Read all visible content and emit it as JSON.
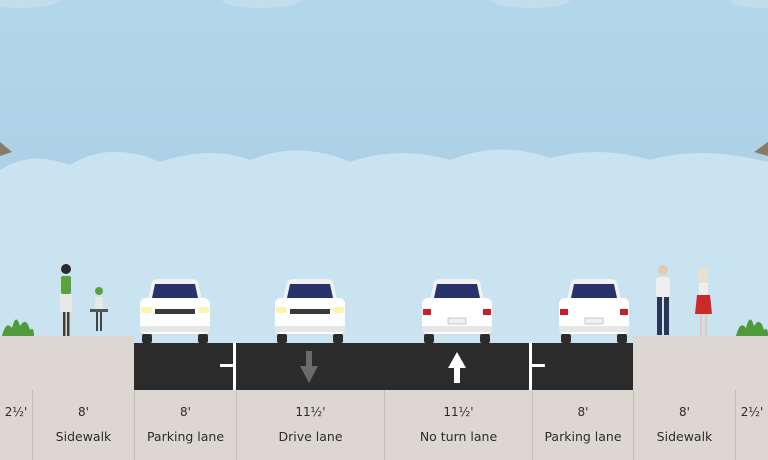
{
  "segments": [
    {
      "width": "2½'",
      "name": ""
    },
    {
      "width": "8'",
      "name": "Sidewalk"
    },
    {
      "width": "8'",
      "name": "Parking lane"
    },
    {
      "width": "11½'",
      "name": "Drive lane"
    },
    {
      "width": "11½'",
      "name": "No turn lane"
    },
    {
      "width": "8'",
      "name": "Parking lane"
    },
    {
      "width": "8'",
      "name": "Sidewalk"
    },
    {
      "width": "2½'",
      "name": ""
    }
  ],
  "colors": {
    "sky": "#aad0e5",
    "cloud": "#c8e3f1",
    "asphalt": "#2b2b2b",
    "sidewalk": "#dcd7d1",
    "car": "#ffffff",
    "plant": "#4f9a3a"
  },
  "icons": [
    "drive-lane-arrow-down-icon",
    "no-turn-lane-arrow-up-icon"
  ]
}
